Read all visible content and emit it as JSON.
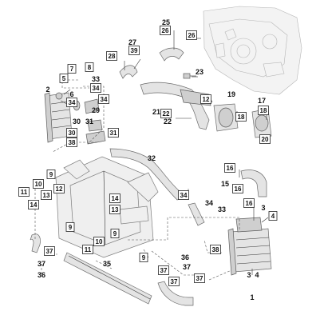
{
  "diagram": {
    "callouts": {
      "c1": "1",
      "c2": "2",
      "c3a": "3",
      "c3b": "3",
      "c4a": "4",
      "c4b": "4",
      "c5": "5",
      "c6": "6",
      "c7": "7",
      "c8": "8",
      "c9a": "9",
      "c9b": "9",
      "c9c": "9",
      "c9d": "9",
      "c10a": "10",
      "c10b": "10",
      "c11a": "11",
      "c11b": "11",
      "c12a": "12",
      "c12b": "12",
      "c13a": "13",
      "c13b": "13",
      "c14a": "14",
      "c14b": "14",
      "c15": "15",
      "c16a": "16",
      "c16b": "16",
      "c16c": "16",
      "c17": "17",
      "c18a": "18",
      "c18b": "18",
      "c19": "19",
      "c20": "20",
      "c21": "21",
      "c22a": "22",
      "c22b": "22",
      "c23": "23",
      "c25": "25",
      "c26a": "26",
      "c26b": "26",
      "c27": "27",
      "c28": "28",
      "c29": "29",
      "c30a": "30",
      "c30b": "30",
      "c31a": "31",
      "c31b": "31",
      "c32": "32",
      "c33a": "33",
      "c33b": "33",
      "c34a": "34",
      "c34b": "34",
      "c34c": "34",
      "c34d": "34",
      "c34e": "34",
      "c35": "35",
      "c36a": "36",
      "c36b": "36",
      "c37a": "37",
      "c37b": "37",
      "c37c": "37",
      "c37d": "37",
      "c37e": "37",
      "c37f": "37",
      "c38a": "38",
      "c38b": "38",
      "c39": "39"
    }
  }
}
